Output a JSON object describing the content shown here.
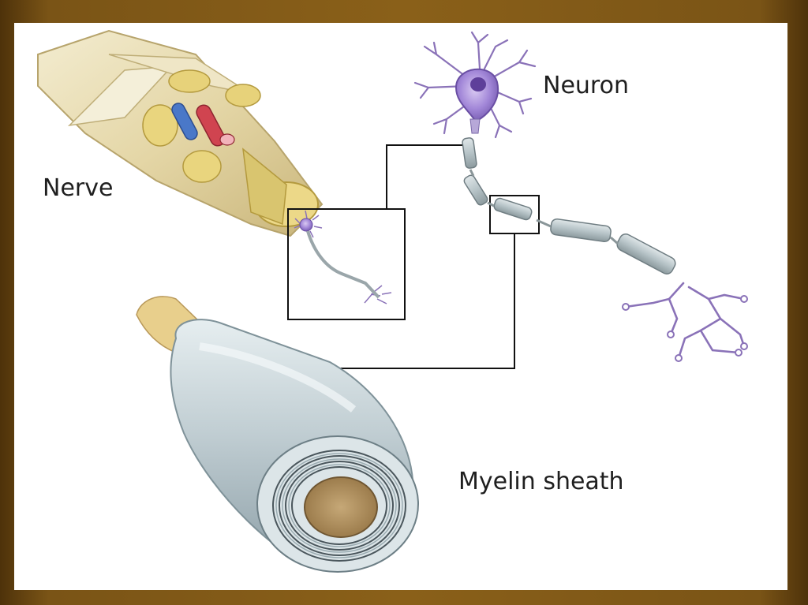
{
  "labels": {
    "nerve": "Nerve",
    "neuron": "Neuron",
    "myelin_sheath": "Myelin sheath"
  },
  "colors": {
    "frame": "#7a5416",
    "background": "#ffffff",
    "nerve_sheath": "#e8dcb0",
    "fascicle": "#e6d17a",
    "artery": "#d04450",
    "vein": "#4a78c8",
    "neuron_body": "#9a7fd0",
    "dendrite": "#8a72b8",
    "axon_sheath": "#b9c6ca",
    "myelin_outer": "#aebfc8",
    "axon_core": "#a88a5a",
    "callout_line": "#111111"
  }
}
